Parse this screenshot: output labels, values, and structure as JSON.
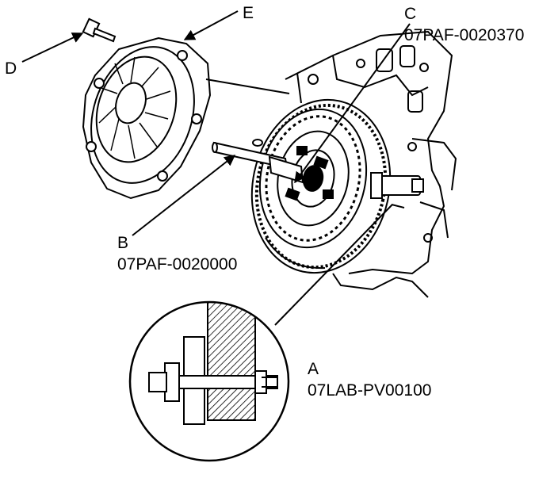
{
  "labels": {
    "a": "A",
    "a_part": "07LAB-PV00100",
    "b": "B",
    "b_part": "07PAF-0020000",
    "c": "C",
    "c_part": "07PAF-0020370",
    "d": "D",
    "e": "E"
  }
}
